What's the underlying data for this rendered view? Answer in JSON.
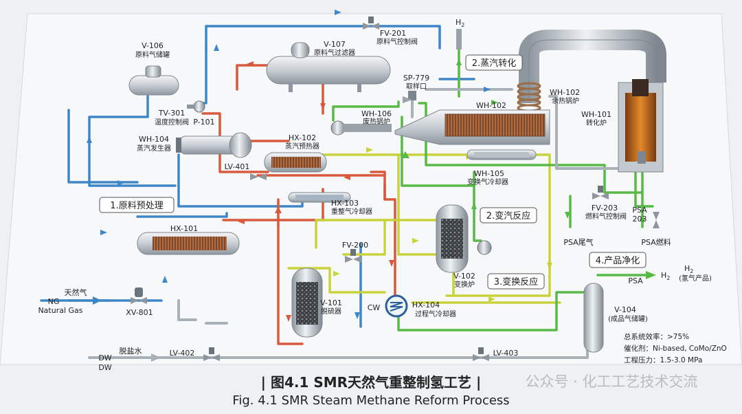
{
  "equipment": {
    "v106": {
      "tag": "V-106",
      "name": "原料气储罐"
    },
    "v107": {
      "tag": "V-107",
      "name": "原料气过滤器"
    },
    "fv201": {
      "tag": "FV-201",
      "name": "原料气控制阀"
    },
    "h2_vent": "H",
    "h2_vent_sub": "2",
    "sp779": {
      "tag": "SP-779",
      "name": "取样口"
    },
    "wh102_top": {
      "tag": "WH-102",
      "name": "余热锅炉"
    },
    "wh101": {
      "tag": "WH-101",
      "name": "转化炉"
    },
    "wh106": {
      "tag": "WH-106",
      "name": "废热锅炉"
    },
    "wh102_main": {
      "tag": "WH-102"
    },
    "tv301": {
      "tag": "TV-301",
      "name": "温度控制阀"
    },
    "p101": {
      "tag": "P-101"
    },
    "wh104": {
      "tag": "WH-104",
      "name": "蒸汽发生器"
    },
    "hx102": {
      "tag": "HX-102",
      "name": "蒸汽预热器"
    },
    "lv401": {
      "tag": "LV-401"
    },
    "wh105": {
      "tag": "WH-105",
      "name": "变换气冷却器"
    },
    "hx103": {
      "tag": "HX-103",
      "name": "重整气冷却器"
    },
    "hx101": {
      "tag": "HX-101"
    },
    "fv203": {
      "tag": "FV-203",
      "name": "燃料气控制阀"
    },
    "psa203": {
      "tag": "PSA",
      "tag2": "203"
    },
    "psa_tail": "PSA尾气",
    "psa_fuel": "PSA燃料",
    "fv200": {
      "tag": "FV-200"
    },
    "v102": {
      "tag": "V-102",
      "name": "变换炉"
    },
    "v101": {
      "tag": "V-101",
      "name": "脱硫器"
    },
    "hx104": {
      "tag": "HX-104",
      "name": "过程气冷却器"
    },
    "cw": "CW",
    "xv801": {
      "tag": "XV-801"
    },
    "v104": {
      "tag": "V-104",
      "name": "(成品气储罐)"
    },
    "lv402": {
      "tag": "LV-402"
    },
    "lv403": {
      "tag": "LV-403"
    },
    "psa_out": "PSA",
    "h2_product": "H",
    "h2_product_sub": "2",
    "h2_product_name": "(氢气产品)",
    "h2_arrow_label": "H",
    "h2_arrow_sub": "2"
  },
  "sections": {
    "s1": "1.原料预处理",
    "s2": "2.蒸汽转化",
    "s2b": "2.变汽反应",
    "s3": "3.变换反应",
    "s4": "4.产品净化"
  },
  "inlets": {
    "ng_cn": "天然气",
    "ng_code": "NG",
    "ng_en": "Natural Gas",
    "dw_cn": "脱盐水",
    "dw_code1": "DW",
    "dw_code2": "DW"
  },
  "specs": [
    "总系统效率：>75%",
    "催化剂：Ni-based, CoMo/ZnO",
    "工程压力：1.5-3.0 MPa"
  ],
  "caption": {
    "cn": "| 图4.1  SMR天然气重整制氢工艺 |",
    "en": "Fig. 4.1  SMR Steam Methane Reform Process"
  },
  "watermark": "公众号 · 化工工艺技术交流",
  "colors": {
    "feed_gas": "#3f86c8",
    "steam_hot": "#d9593c",
    "process_gas": "#c8d23a",
    "hydrogen": "#58b947",
    "water": "#a9b1b8"
  }
}
